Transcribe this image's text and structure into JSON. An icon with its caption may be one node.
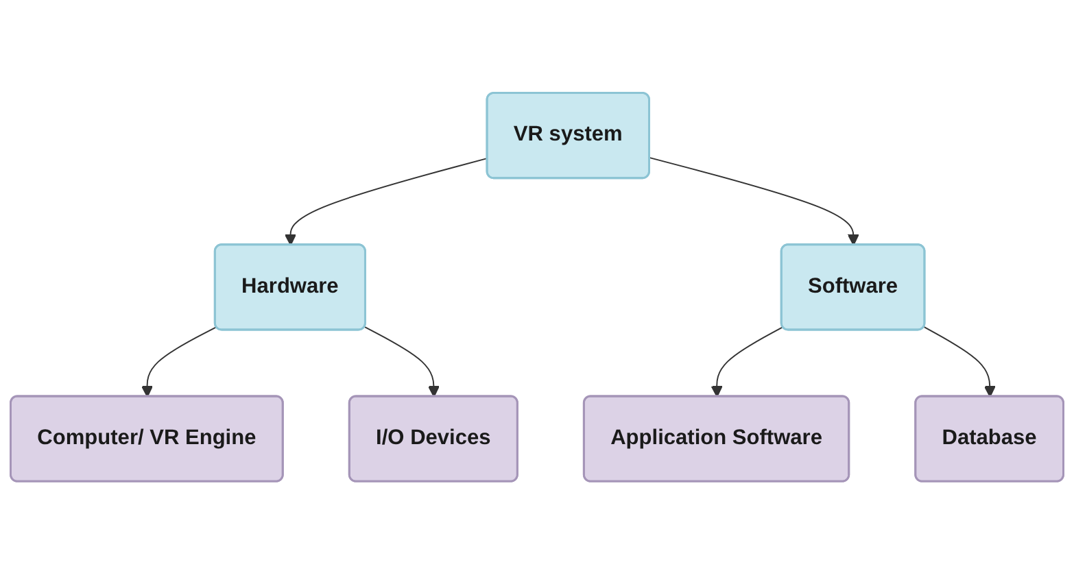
{
  "diagram": {
    "nodes": [
      {
        "text": [
          "Computer/ VR Engine"
        ]
      },
      {
        "text": [
          "Application Software"
        ]
      },
      {
        "text": [
          "Hardware"
        ]
      },
      {
        "text": [
          "VR system"
        ]
      },
      {
        "text": [
          "Software"
        ]
      },
      {
        "text": [
          "I/O Devices"
        ]
      },
      {
        "text": [
          "Database"
        ]
      }
    ],
    "edges": [
      {
        "from": 3,
        "to": 2,
        "arrow": "to"
      },
      {
        "from": 3,
        "to": 4,
        "arrow": "to"
      },
      {
        "from": 2,
        "to": 0,
        "arrow": "to"
      },
      {
        "from": 2,
        "to": 5,
        "arrow": "to"
      },
      {
        "from": 4,
        "to": 1,
        "arrow": "to"
      },
      {
        "from": 4,
        "to": 6,
        "arrow": "to"
      }
    ]
  }
}
